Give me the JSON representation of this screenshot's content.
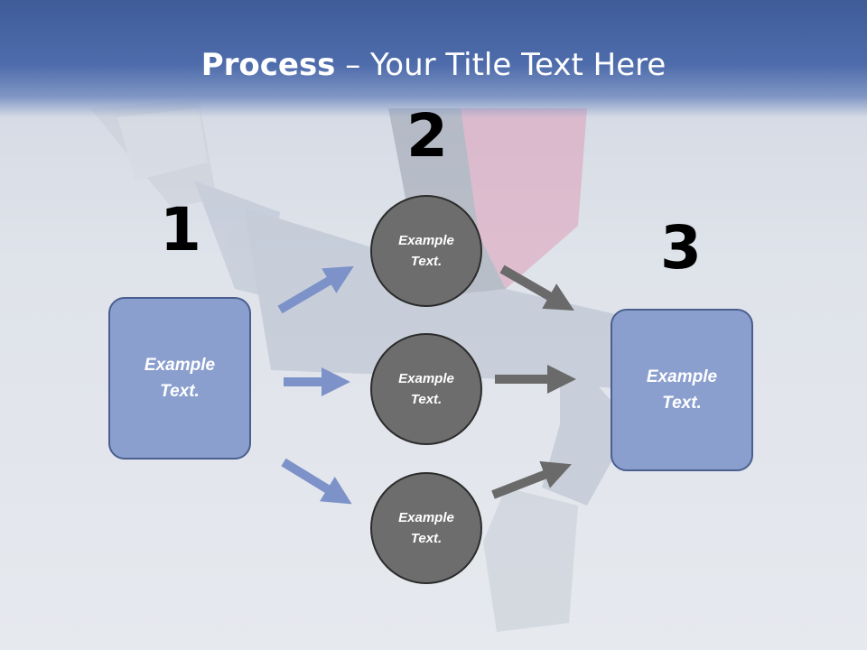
{
  "title": {
    "bold": "Process",
    "rest": " – Your Title Text Here"
  },
  "steps": [
    {
      "number": "1",
      "label": "Example Text."
    },
    {
      "number": "2",
      "label": "Example Text."
    },
    {
      "number": "3",
      "label": "Example Text."
    }
  ],
  "circles": [
    {
      "label": "Example Text."
    },
    {
      "label": "Example Text."
    },
    {
      "label": "Example Text."
    }
  ],
  "colors": {
    "title_bar": "#4e6cab",
    "box_fill": "#8b9fce",
    "circle_fill": "#6d6d6d",
    "blue_arrow": "#7d92c8",
    "gray_arrow": "#6a6a6a"
  }
}
